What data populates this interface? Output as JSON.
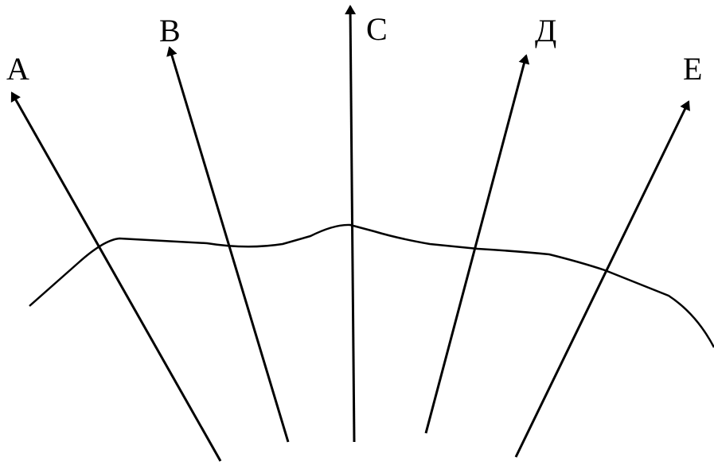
{
  "diagram": {
    "stroke_color": "#000000",
    "background_color": "#ffffff",
    "arrows": [
      {
        "id": "a",
        "label": "А"
      },
      {
        "id": "b",
        "label": "В"
      },
      {
        "id": "c",
        "label": "С"
      },
      {
        "id": "d",
        "label": "Д"
      },
      {
        "id": "e",
        "label": "Е"
      }
    ]
  }
}
